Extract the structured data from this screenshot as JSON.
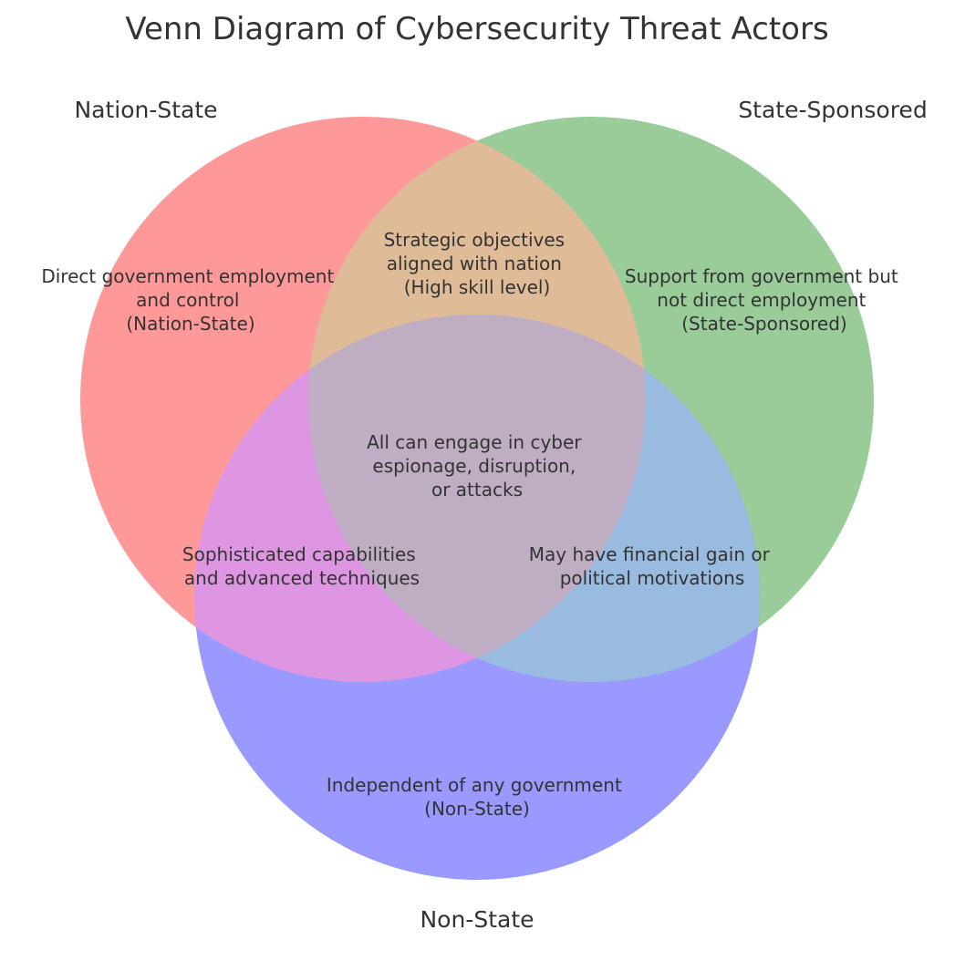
{
  "title": "Venn Diagram of Cybersecurity Threat Actors",
  "colors": {
    "nation_state": "#ff9999",
    "state_sponsored": "#99cc99",
    "non_state": "#9999ff",
    "ns_ss_overlap": "#e0bb98",
    "ns_non_overlap": "#df96e2",
    "ss_non_overlap": "#99bbe0",
    "center_overlap": "#bfadc3",
    "text": "#333333"
  },
  "sets": {
    "nation_state": {
      "label": "Nation-State",
      "description": [
        "Direct government employment",
        "and control",
        "(Nation-State)"
      ]
    },
    "state_sponsored": {
      "label": "State-Sponsored",
      "description": [
        "Support from government but",
        "not direct employment",
        "(State-Sponsored)"
      ]
    },
    "non_state": {
      "label": "Non-State",
      "description": [
        "Independent of any government",
        "(Non-State)"
      ]
    }
  },
  "intersections": {
    "nation_sponsored": [
      "Strategic objectives",
      "aligned with nation",
      "(High skill level)"
    ],
    "nation_non": [
      "Sophisticated capabilities",
      "and advanced techniques"
    ],
    "sponsored_non": [
      "May have financial gain or",
      "political motivations"
    ],
    "all": [
      "All can engage in cyber",
      "espionage, disruption,",
      "or attacks"
    ]
  }
}
